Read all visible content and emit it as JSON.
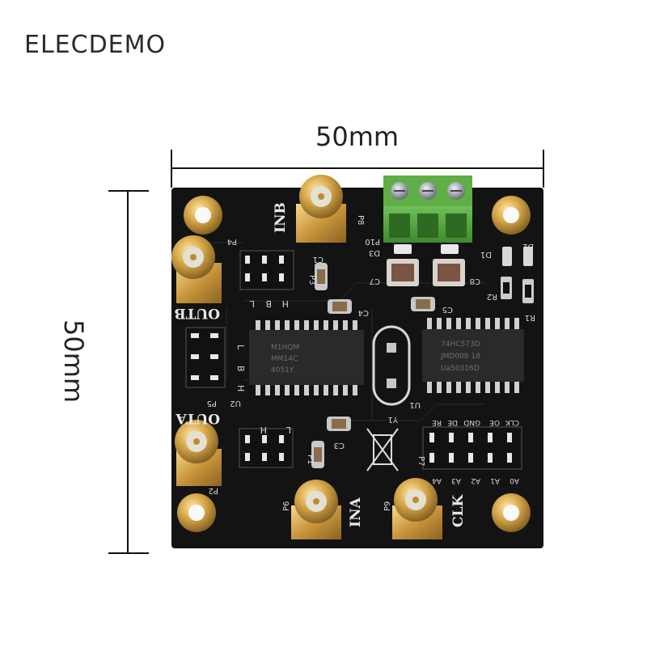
{
  "brand": "ELECDEMO",
  "dimensions": {
    "width": "50mm",
    "height": "50mm"
  },
  "board_labels": {
    "inb": "INB",
    "ina": "INA",
    "outb": "OUTB",
    "outa": "OUTA",
    "clk": "CLK",
    "p8": "P8",
    "p6": "P6",
    "p9": "P9",
    "p2": "P2",
    "p4": "P4",
    "p5": "P5",
    "p10": "P10",
    "p7": "P7",
    "d3": "D3",
    "d1": "D1",
    "d2": "D2",
    "c7": "C7",
    "c8": "C8",
    "c5": "C5",
    "c4": "C4",
    "c3": "C3",
    "c1": "C1",
    "r2": "R2",
    "r1": "R1",
    "u1": "U1",
    "u2": "U2",
    "y1": "Y1",
    "p3": "P3",
    "p1": "P1",
    "hbl_h": "H",
    "hbl_b": "B",
    "hbl_l": "L",
    "lbh_l": "L",
    "lbh_b": "B",
    "lbh_h": "H",
    "p1_l": "L",
    "p1_h": "H",
    "ctrl_labels": [
      "CLK",
      "OE",
      "GND",
      "DE",
      "RE"
    ],
    "addr_labels": [
      "A0",
      "A1",
      "A2",
      "A3",
      "A4"
    ]
  },
  "chips": {
    "u2_text": [
      "M1HQM",
      "MM14C",
      "4051Y"
    ],
    "u1_text": [
      "74HC573D",
      "JMD008 18",
      "Ua50316D"
    ]
  }
}
